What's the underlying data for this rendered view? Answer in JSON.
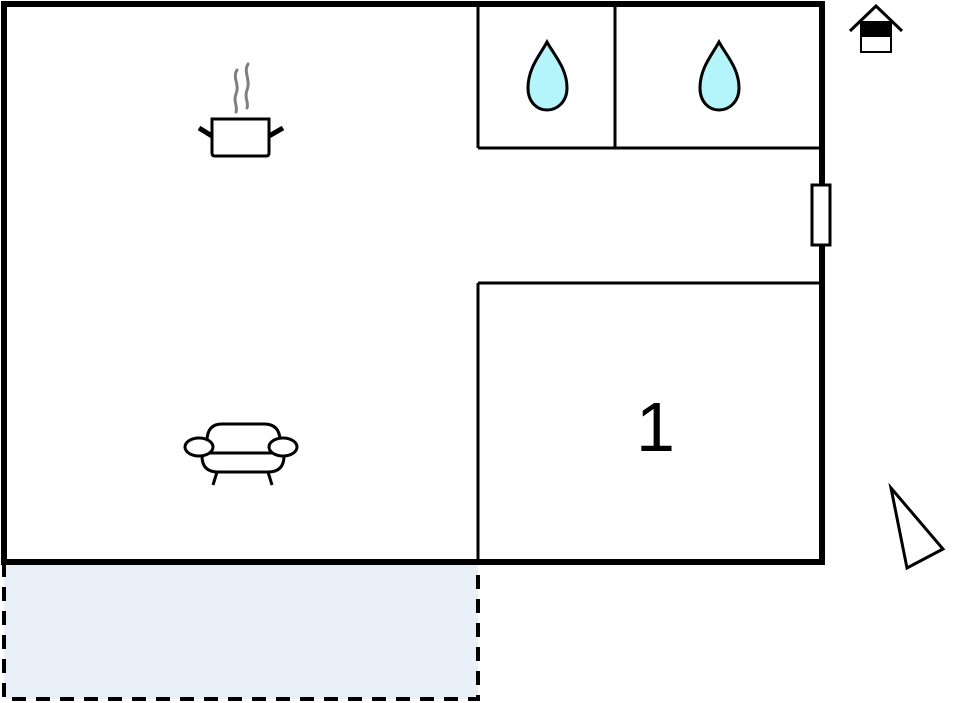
{
  "floorplan": {
    "title": "",
    "colors": {
      "wall": "#000000",
      "background": "#ffffff",
      "water_fill": "#b3f5fb",
      "terrace_fill": "#e9eff6",
      "steam": "#808080"
    },
    "rooms": [
      {
        "id": "living-kitchen",
        "icons": [
          "kitchen-pot-icon",
          "sofa-icon"
        ]
      },
      {
        "id": "bathroom-1",
        "icons": [
          "water-drop-icon"
        ]
      },
      {
        "id": "bathroom-2",
        "icons": [
          "water-drop-icon"
        ]
      },
      {
        "id": "hallway",
        "icons": []
      },
      {
        "id": "bedroom-1",
        "label": "1"
      },
      {
        "id": "terrace",
        "style": "dashed"
      }
    ],
    "bedroom_label": "1",
    "legend_icons": [
      "house-entrance-icon",
      "north-arrow-icon"
    ],
    "door": "entrance-door"
  }
}
